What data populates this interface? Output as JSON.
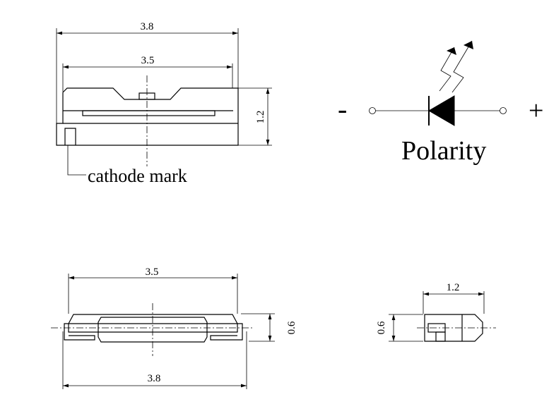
{
  "top_view": {
    "overall_width": "3.8",
    "body_width": "3.5",
    "height": "1.2",
    "cathode_label": "cathode mark"
  },
  "polarity": {
    "minus": "-",
    "plus": "+",
    "label": "Polarity"
  },
  "side_view": {
    "body_width": "3.5",
    "overall_width": "3.8",
    "height": "0.6"
  },
  "end_view": {
    "width": "1.2",
    "height": "0.6"
  }
}
